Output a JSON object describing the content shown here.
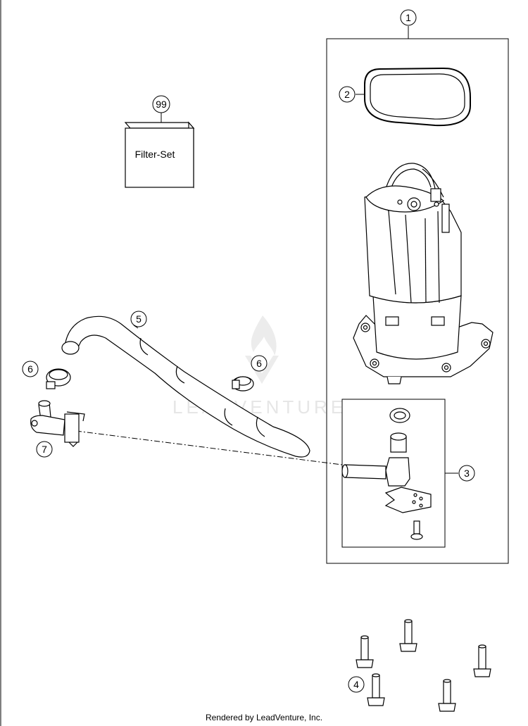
{
  "callouts": {
    "c1": "1",
    "c2": "2",
    "c3": "3",
    "c4": "4",
    "c5": "5",
    "c6a": "6",
    "c6b": "6",
    "c7": "7",
    "c99": "99"
  },
  "filter_set_label": "Filter-Set",
  "watermark_text": "LEADVENTURE",
  "footer_text": "Rendered by LeadVenture, Inc.",
  "colors": {
    "line": "#000000",
    "watermark": "#e6e6e6",
    "part_fill": "#ffffff",
    "part_shade": "#dcdcdc"
  }
}
